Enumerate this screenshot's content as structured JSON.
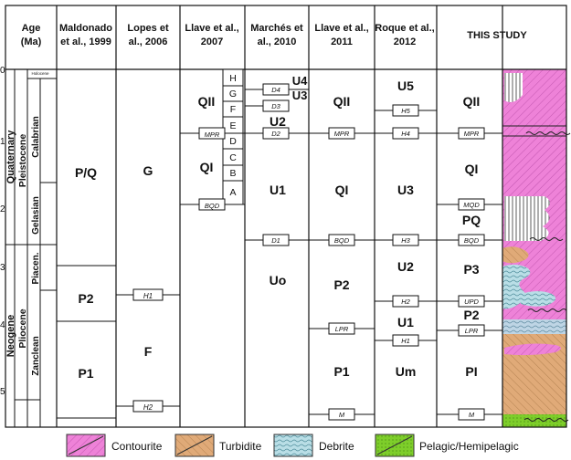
{
  "headers": {
    "age": [
      "Age",
      "(Ma)"
    ],
    "maldonado": [
      "Maldonado",
      "et al., 1999"
    ],
    "lopes": [
      "Lopes et",
      "al., 2006"
    ],
    "llave2007": [
      "Llave et al.,",
      "2007"
    ],
    "marches": [
      "Marchés et",
      "al., 2010"
    ],
    "llave2011": [
      "Llave et al.,",
      "2011"
    ],
    "roque": [
      "Roque et al.,",
      "2012"
    ],
    "study": [
      "THIS STUDY"
    ]
  },
  "age_ticks": [
    "0",
    "1",
    "2",
    "3",
    "4",
    "5"
  ],
  "periods": {
    "quaternary": "Quaternary",
    "neogene": "Neogene"
  },
  "epochs": {
    "holocene": "Holocene",
    "pleistocene": "Pleistocene",
    "pliocene": "Pliocene"
  },
  "stages": {
    "calabrian": "Calabrian",
    "gelasian": "Gelasian",
    "piacenzian": "Piacen.",
    "zanclean": "Zanclean"
  },
  "maldonado": {
    "pq": "P/Q",
    "p2": "P2",
    "p1": "P1"
  },
  "lopes": {
    "g": "G",
    "f": "F",
    "h1": "H1",
    "h2": "H2"
  },
  "llave2007": {
    "qii": "QII",
    "qi": "QI",
    "mpr": "MPR",
    "bqd": "BQD",
    "subunits": [
      "H",
      "G",
      "F",
      "E",
      "D",
      "C",
      "B",
      "A"
    ]
  },
  "marches": {
    "u4": "U4",
    "u3": "U3",
    "u2": "U2",
    "u1": "U1",
    "uo": "Uo",
    "d4": "D4",
    "d3": "D3",
    "d2": "D2",
    "d1": "D1"
  },
  "llave2011": {
    "qii": "QII",
    "qi": "QI",
    "p2": "P2",
    "p1": "P1",
    "mpr": "MPR",
    "bqd": "BQD",
    "lpr": "LPR",
    "m": "M"
  },
  "roque": {
    "u5": "U5",
    "u3": "U3",
    "u2": "U2",
    "u1": "U1",
    "um": "Um",
    "h5": "H5",
    "h4": "H4",
    "h3": "H3",
    "h2": "H2",
    "h1": "H1"
  },
  "study": {
    "qii": "QII",
    "qi": "QI",
    "pq": "PQ",
    "p3": "P3",
    "p2": "P2",
    "pi": "PI",
    "mpr": "MPR",
    "mqd": "MQD",
    "bqd": "BQD",
    "upd": "UPD",
    "lpr": "LPR",
    "m": "M"
  },
  "legend": {
    "contourite": "Contourite",
    "turbidite": "Turbidite",
    "debrite": "Debrite",
    "pelagic": "Pelagic/Hemipelagic"
  },
  "colors": {
    "contourite": "#ee82d8",
    "turbidite": "#e0aa78",
    "debrite": "#b9dee6",
    "pelagic": "#7ece2a",
    "line": "#111111"
  }
}
